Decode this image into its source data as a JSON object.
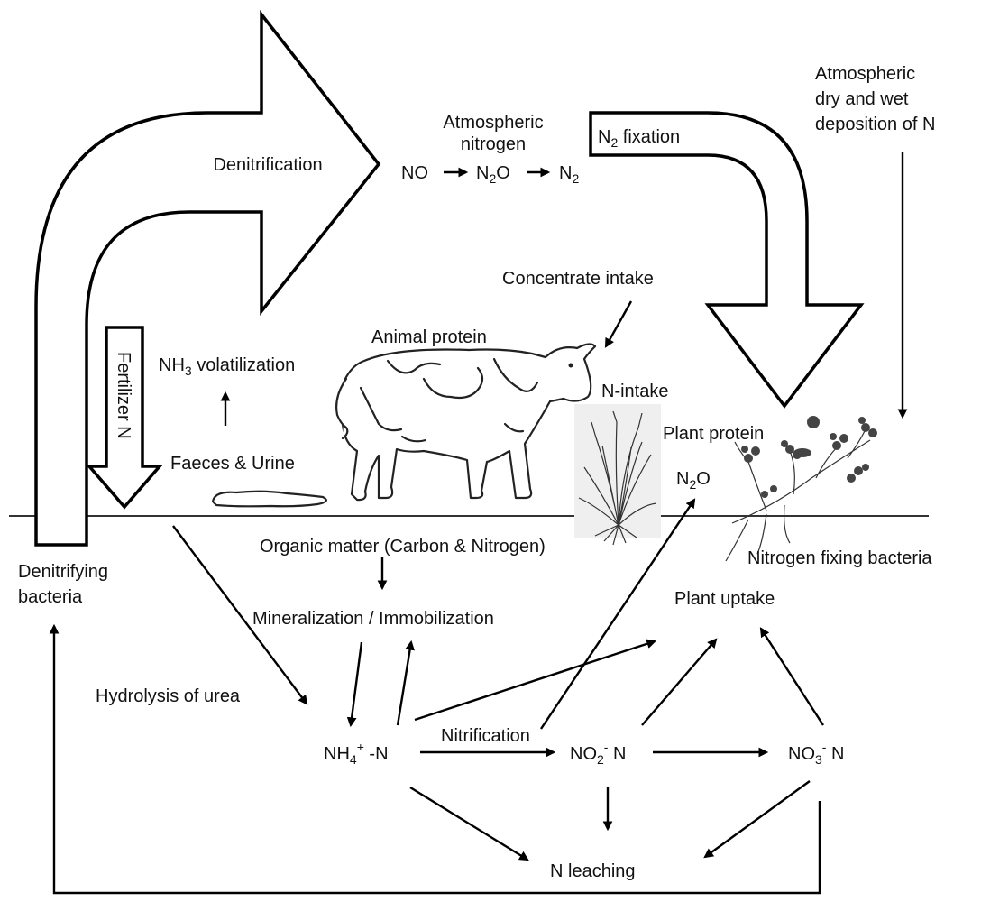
{
  "labels": {
    "denitrification": "Denitrification",
    "atmospheric_nitrogen_line1": "Atmospheric",
    "atmospheric_nitrogen_line2": "nitrogen",
    "no": "NO",
    "n2o_top_n": "N",
    "n2o_top_sub": "2",
    "n2o_top_o": "O",
    "n2_top_n": "N",
    "n2_top_sub": "2",
    "n2_fixation_n": "N",
    "n2_fixation_sub": "2",
    "n2_fixation_rest": " fixation",
    "deposition_line1": "Atmospheric",
    "deposition_line2": "dry and wet",
    "deposition_line3": "deposition of N",
    "concentrate_intake": "Concentrate intake",
    "animal_protein": "Animal protein",
    "nh3_n": "NH",
    "nh3_sub": "3",
    "nh3_rest": " volatilization",
    "fertilizer_n": "Fertilizer N",
    "faeces_urine": "Faeces & Urine",
    "n_intake": "N-intake",
    "plant_protein": "Plant protein",
    "n2o_mid_n": "N",
    "n2o_mid_sub": "2",
    "n2o_mid_o": "O",
    "organic_matter": "Organic matter (Carbon & Nitrogen)",
    "denitrifying_line1": "Denitrifying",
    "denitrifying_line2": "bacteria",
    "nitrogen_fixing_bacteria": "Nitrogen fixing bacteria",
    "plant_uptake": "Plant uptake",
    "mineralization": "Mineralization / Immobilization",
    "hydrolysis_of_urea": "Hydrolysis of urea",
    "nh4_base": "NH",
    "nh4_sub": "4",
    "nh4_sup": "+",
    "nh4_rest": " -N",
    "nitrification": "Nitrification",
    "no2_base": "NO",
    "no2_sub": "2",
    "no2_sup": "-",
    "no2_rest": " N",
    "no3_base": "NO",
    "no3_sub": "3",
    "no3_sup": "-",
    "no3_rest": " N",
    "n_leaching": "N leaching"
  }
}
